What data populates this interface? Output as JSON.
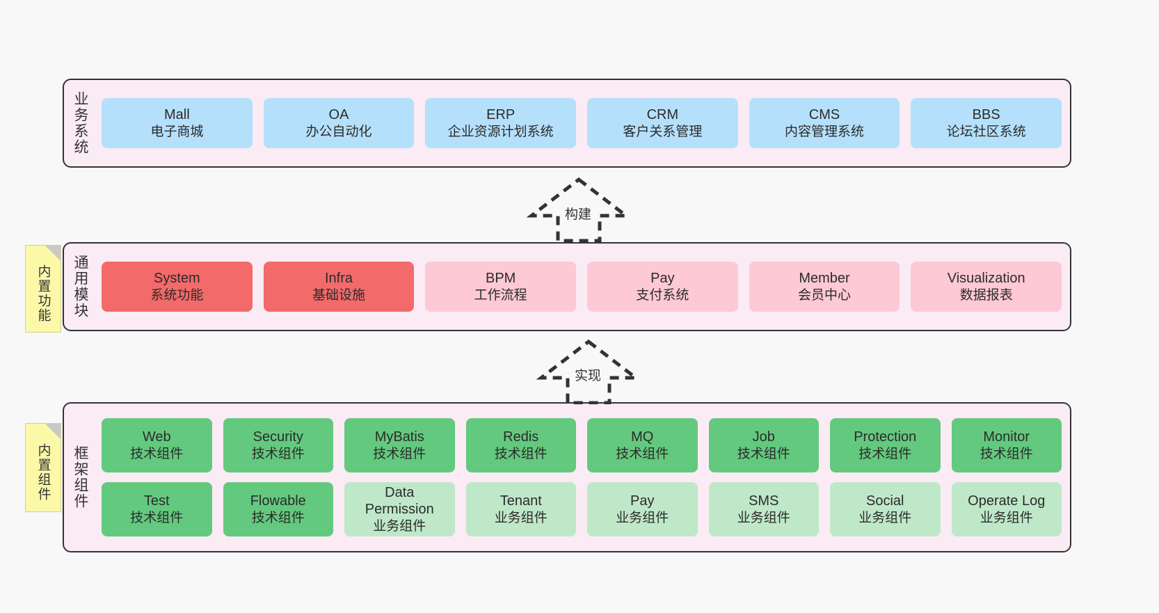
{
  "diagram": {
    "title_hidden": "",
    "colors": {
      "band_bg": "#faebf4",
      "band_border": "#333333",
      "blue": "#b5e0fb",
      "red": "#f26a6a",
      "pink": "#fcc9d4",
      "green": "#63c97e",
      "light_green": "#bfe8c9",
      "note_yellow": "#fbf8a8",
      "canvas_bg": "#f8f8f8"
    }
  },
  "layers": [
    {
      "id": "business",
      "title": "业务系统",
      "rows": [
        {
          "boxes": [
            {
              "en": "Mall",
              "cn": "电子商城",
              "style": "blue"
            },
            {
              "en": "OA",
              "cn": "办公自动化",
              "style": "blue"
            },
            {
              "en": "ERP",
              "cn": "企业资源计划系统",
              "style": "blue"
            },
            {
              "en": "CRM",
              "cn": "客户关系管理",
              "style": "blue"
            },
            {
              "en": "CMS",
              "cn": "内容管理系统",
              "style": "blue"
            },
            {
              "en": "BBS",
              "cn": "论坛社区系统",
              "style": "blue"
            }
          ]
        }
      ]
    },
    {
      "id": "common",
      "title": "通用模块",
      "note": "内置功能",
      "rows": [
        {
          "boxes": [
            {
              "en": "System",
              "cn": "系统功能",
              "style": "red"
            },
            {
              "en": "Infra",
              "cn": "基础设施",
              "style": "red"
            },
            {
              "en": "BPM",
              "cn": "工作流程",
              "style": "pink"
            },
            {
              "en": "Pay",
              "cn": "支付系统",
              "style": "pink"
            },
            {
              "en": "Member",
              "cn": "会员中心",
              "style": "pink"
            },
            {
              "en": "Visualization",
              "cn": "数据报表",
              "style": "pink"
            }
          ]
        }
      ]
    },
    {
      "id": "framework",
      "title": "框架组件",
      "note": "内置组件",
      "rows": [
        {
          "boxes": [
            {
              "en": "Web",
              "cn": "技术组件",
              "style": "green"
            },
            {
              "en": "Security",
              "cn": "技术组件",
              "style": "green"
            },
            {
              "en": "MyBatis",
              "cn": "技术组件",
              "style": "green"
            },
            {
              "en": "Redis",
              "cn": "技术组件",
              "style": "green"
            },
            {
              "en": "MQ",
              "cn": "技术组件",
              "style": "green"
            },
            {
              "en": "Job",
              "cn": "技术组件",
              "style": "green"
            },
            {
              "en": "Protection",
              "cn": "技术组件",
              "style": "green"
            },
            {
              "en": "Monitor",
              "cn": "技术组件",
              "style": "green"
            }
          ]
        },
        {
          "boxes": [
            {
              "en": "Test",
              "cn": "技术组件",
              "style": "green"
            },
            {
              "en": "Flowable",
              "cn": "技术组件",
              "style": "green"
            },
            {
              "en": "Data Permission",
              "cn": "业务组件",
              "style": "lgreen"
            },
            {
              "en": "Tenant",
              "cn": "业务组件",
              "style": "lgreen"
            },
            {
              "en": "Pay",
              "cn": "业务组件",
              "style": "lgreen"
            },
            {
              "en": "SMS",
              "cn": "业务组件",
              "style": "lgreen"
            },
            {
              "en": "Social",
              "cn": "业务组件",
              "style": "lgreen"
            },
            {
              "en": "Operate Log",
              "cn": "业务组件",
              "style": "lgreen"
            }
          ]
        }
      ]
    }
  ],
  "connectors": [
    {
      "id": "build",
      "label": "构建",
      "direction": "up",
      "style": "dashed-generalization"
    },
    {
      "id": "impl",
      "label": "实现",
      "direction": "up",
      "style": "dashed-generalization"
    }
  ]
}
